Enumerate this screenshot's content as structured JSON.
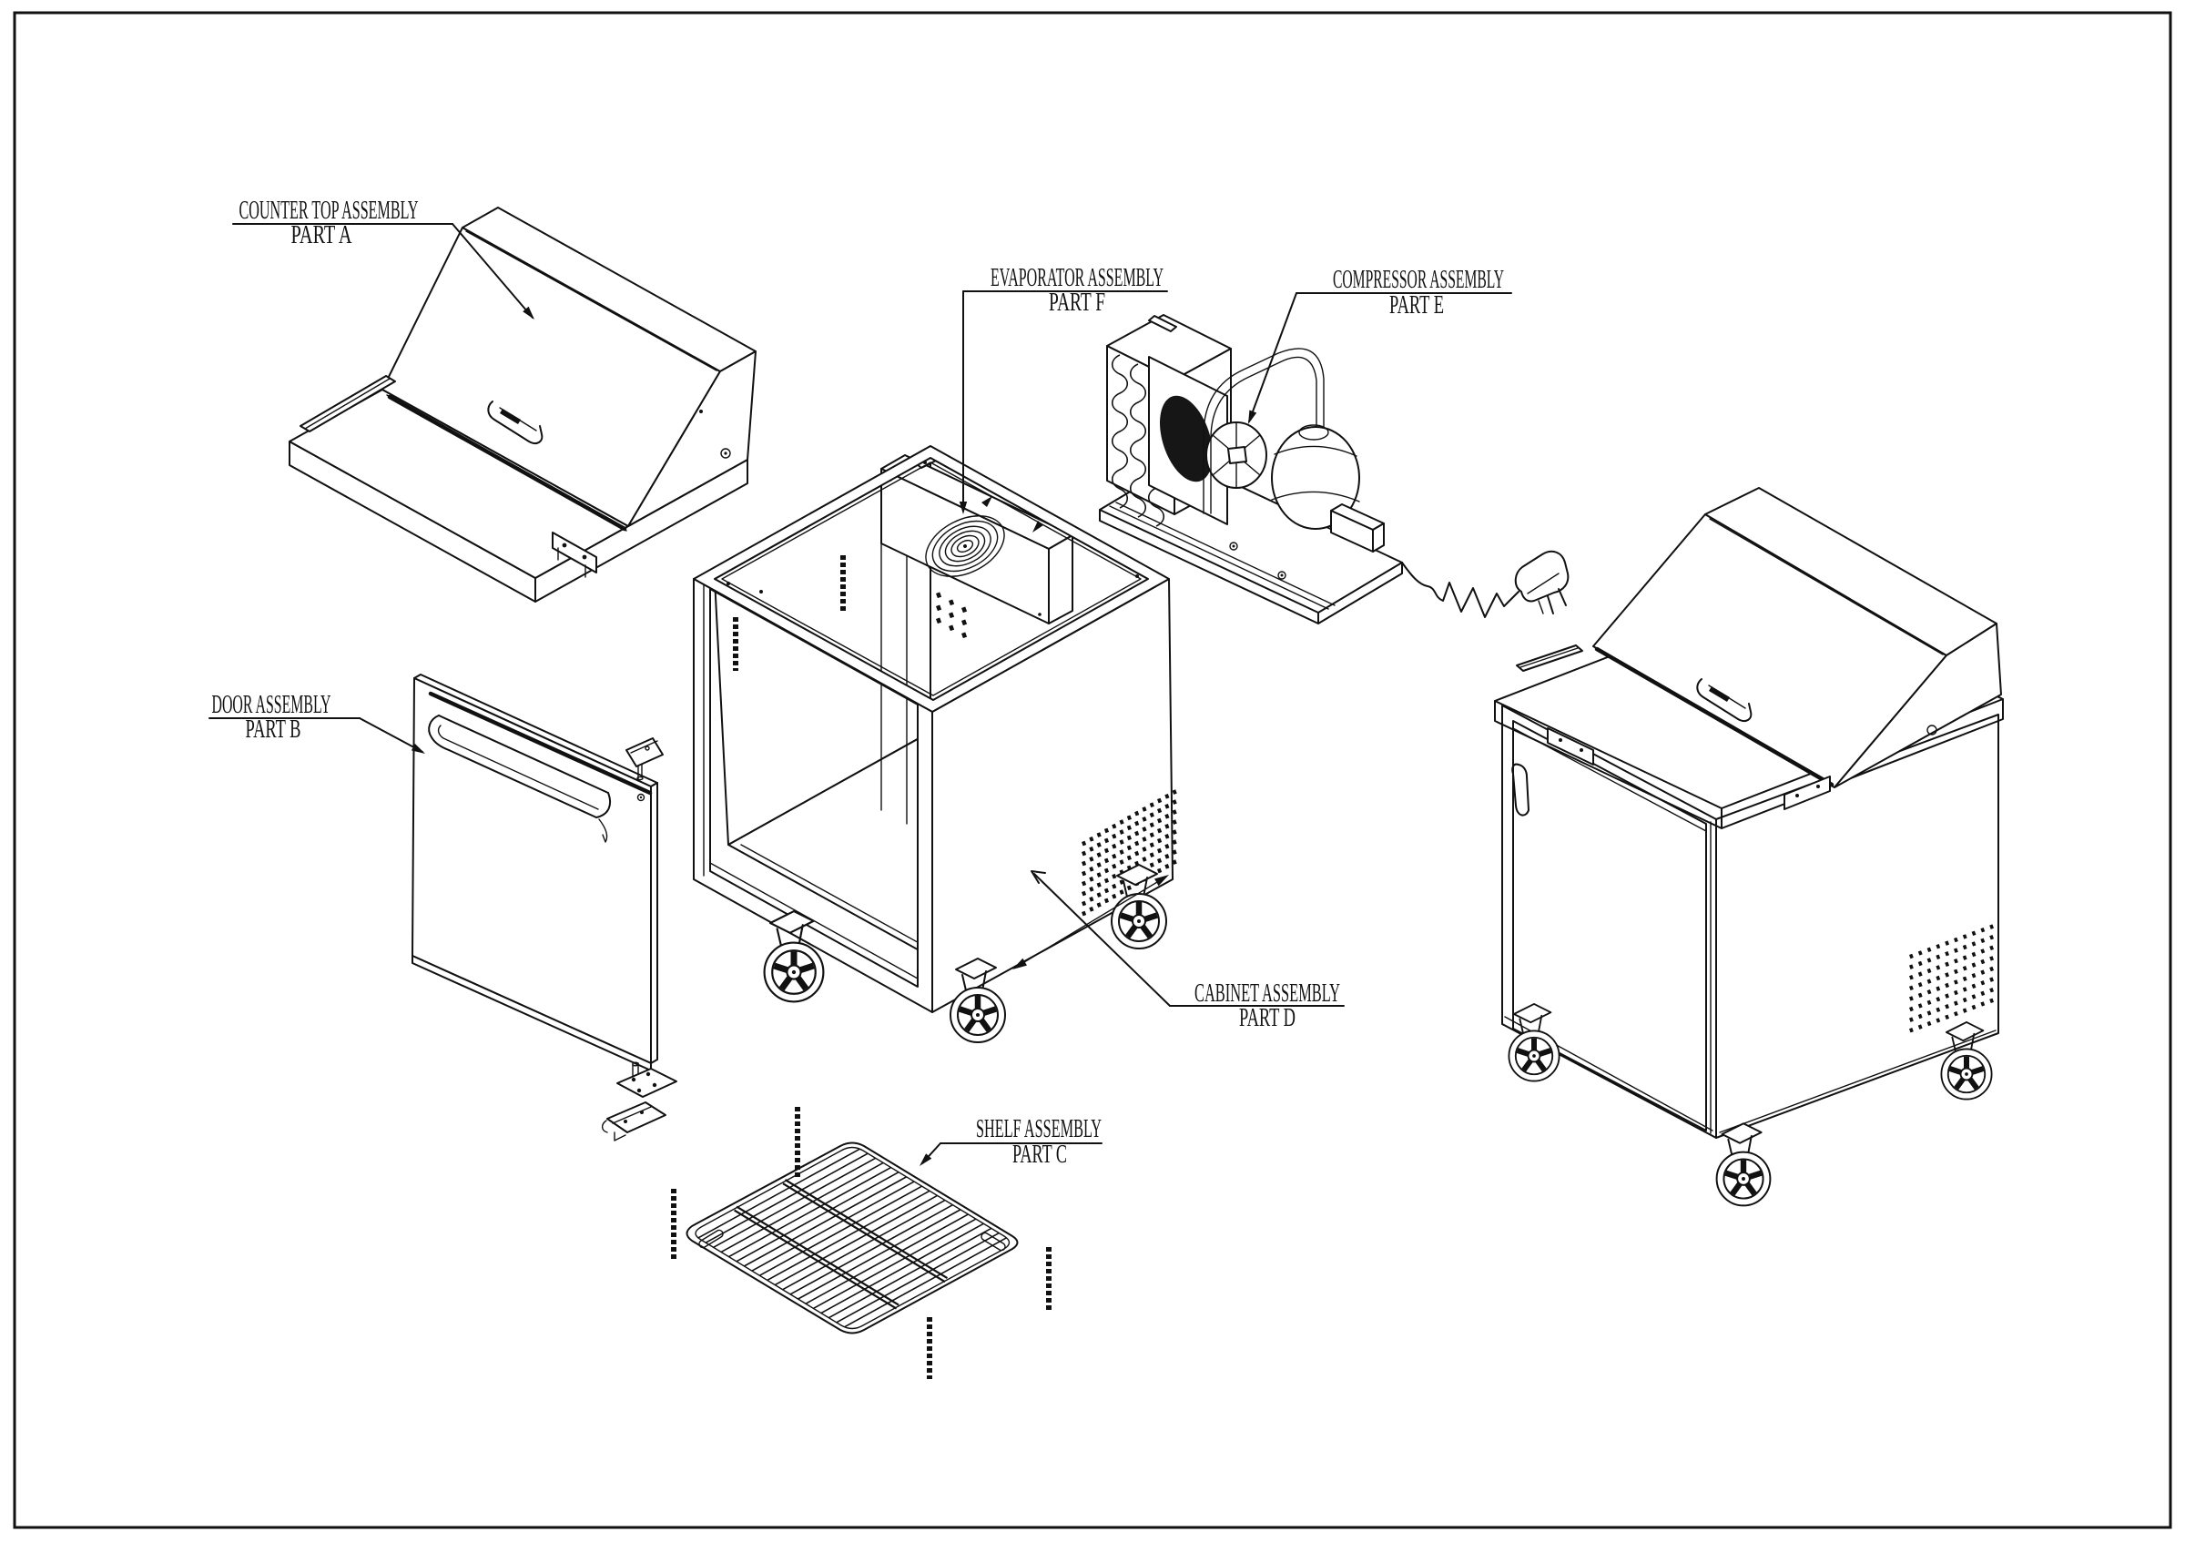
{
  "drawing": {
    "background_color": "#ffffff",
    "line_color": "#111111",
    "labels": {
      "counter_top": {
        "title": "COUNTER TOP ASSEMBLY",
        "part": "PART A"
      },
      "door": {
        "title": "DOOR ASSEMBLY",
        "part": "PART B"
      },
      "shelf": {
        "title": "SHELF ASSEMBLY",
        "part": "PART C"
      },
      "cabinet": {
        "title": "CABINET ASSEMBLY",
        "part": "PART D"
      },
      "compressor": {
        "title": "COMPRESSOR ASSEMBLY",
        "part": "PART E"
      },
      "evaporator": {
        "title": "EVAPORATOR ASSEMBLY",
        "part": "PART F"
      }
    }
  }
}
